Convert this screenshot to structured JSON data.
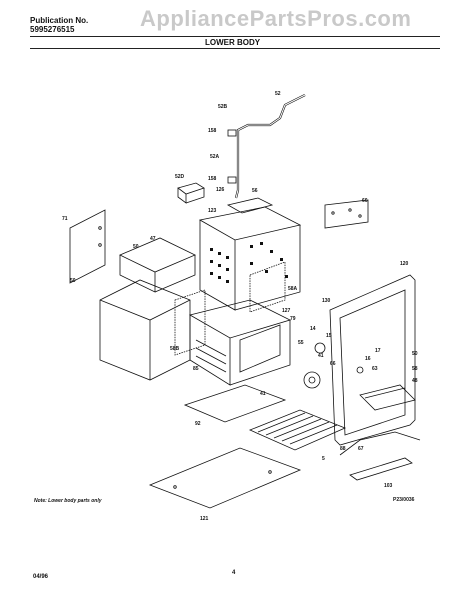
{
  "header": {
    "publication_label": "Publication No.",
    "publication_number": "5995276515",
    "section_title": "LOWER BODY",
    "watermark": "AppliancePartsPros.com"
  },
  "parts": [
    {
      "id": "p52",
      "label": "52"
    },
    {
      "id": "p52b",
      "label": "52B"
    },
    {
      "id": "p158a",
      "label": "158"
    },
    {
      "id": "p52a",
      "label": "52A"
    },
    {
      "id": "p158b",
      "label": "158"
    },
    {
      "id": "p52d",
      "label": "52D"
    },
    {
      "id": "p126",
      "label": "126"
    },
    {
      "id": "p56",
      "label": "56"
    },
    {
      "id": "p123",
      "label": "123"
    },
    {
      "id": "p66",
      "label": "66"
    },
    {
      "id": "p71",
      "label": "71"
    },
    {
      "id": "p50a",
      "label": "50"
    },
    {
      "id": "p47",
      "label": "47"
    },
    {
      "id": "p50b",
      "label": "50"
    },
    {
      "id": "p58a",
      "label": "58A"
    },
    {
      "id": "p120",
      "label": "120"
    },
    {
      "id": "p130",
      "label": "130"
    },
    {
      "id": "p127",
      "label": "127"
    },
    {
      "id": "p14",
      "label": "14"
    },
    {
      "id": "p15",
      "label": "15"
    },
    {
      "id": "p79",
      "label": "79"
    },
    {
      "id": "p58b",
      "label": "58B"
    },
    {
      "id": "p55",
      "label": "55"
    },
    {
      "id": "p41a",
      "label": "41"
    },
    {
      "id": "p17",
      "label": "17"
    },
    {
      "id": "p50c",
      "label": "50"
    },
    {
      "id": "p16",
      "label": "16"
    },
    {
      "id": "p58c",
      "label": "58"
    },
    {
      "id": "p63",
      "label": "63"
    },
    {
      "id": "p48",
      "label": "48"
    },
    {
      "id": "p66b",
      "label": "66"
    },
    {
      "id": "p41b",
      "label": "41"
    },
    {
      "id": "p85",
      "label": "85"
    },
    {
      "id": "p92",
      "label": "92"
    },
    {
      "id": "p5",
      "label": "5"
    },
    {
      "id": "p88",
      "label": "88"
    },
    {
      "id": "p67",
      "label": "67"
    },
    {
      "id": "p103",
      "label": "103"
    },
    {
      "id": "p121",
      "label": "121"
    }
  ],
  "footer": {
    "note": "Note: Lower body parts only",
    "figure_code": "P23/0036",
    "date": "04/96",
    "page": "4"
  }
}
